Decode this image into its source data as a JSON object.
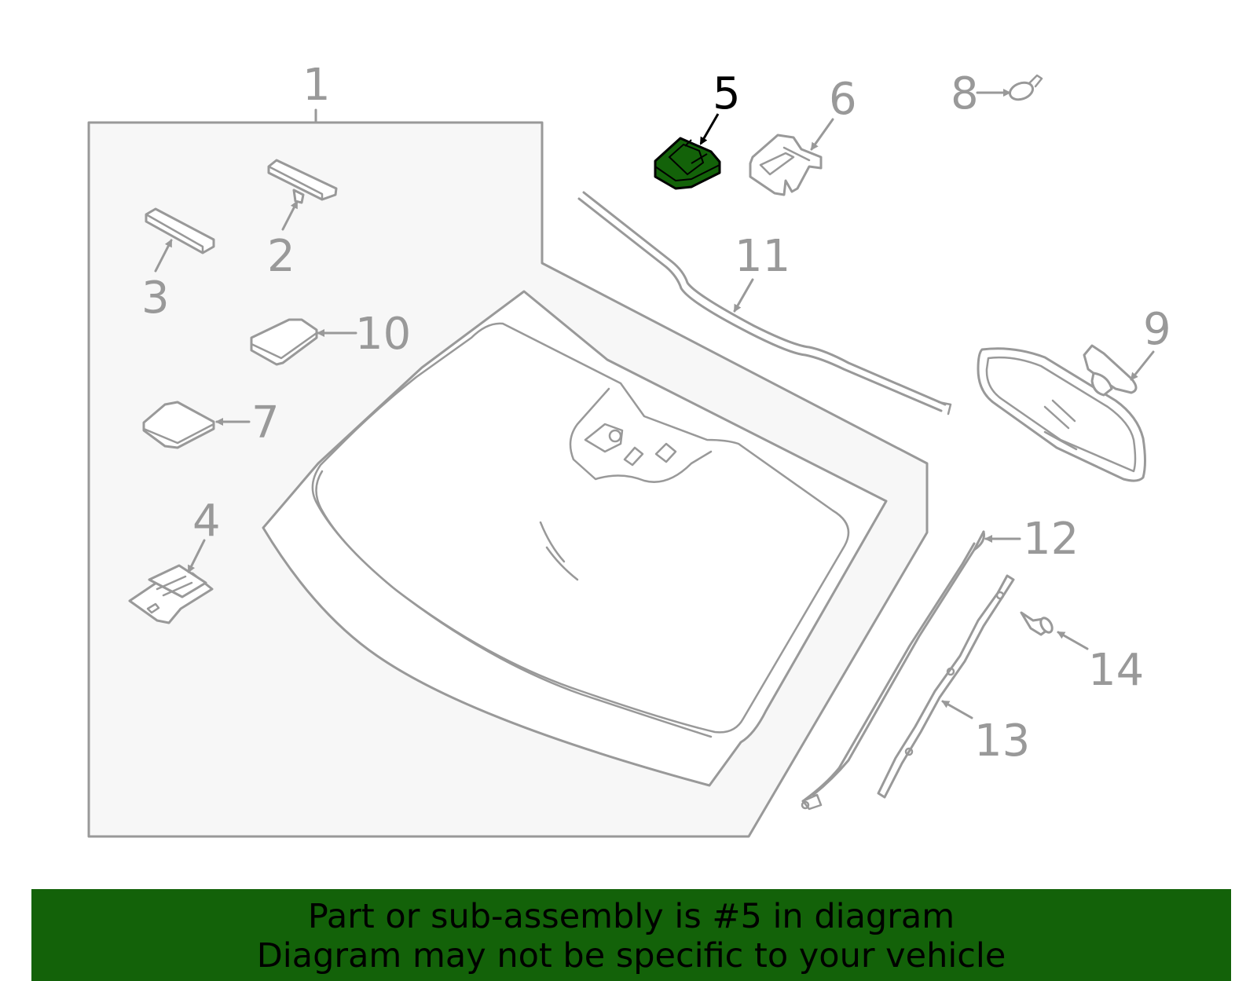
{
  "colors": {
    "line": "#999999",
    "highlight_fill": "#136209",
    "banner": "#136209",
    "background": "#ffffff",
    "panel": "#f7f7f7"
  },
  "highlighted_part": "5",
  "callouts": {
    "c1": "1",
    "c2": "2",
    "c3": "3",
    "c4": "4",
    "c5": "5",
    "c6": "6",
    "c7": "7",
    "c8": "8",
    "c9": "9",
    "c10": "10",
    "c11": "11",
    "c12": "12",
    "c13": "13",
    "c14": "14"
  },
  "banner": {
    "line1": "Part or sub-assembly is #5 in diagram",
    "line2": "Diagram may not be specific to your vehicle"
  }
}
